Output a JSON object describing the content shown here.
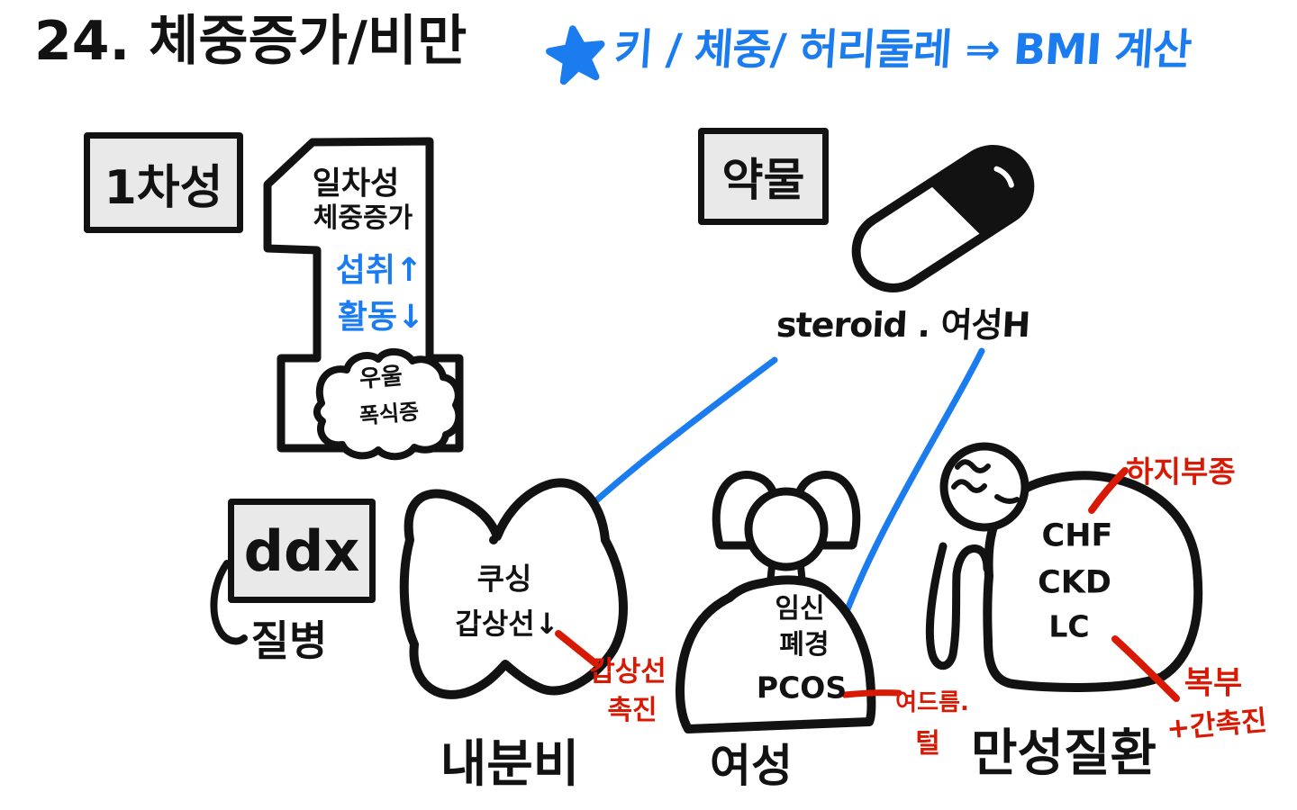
{
  "title": "24. 체중증가/비만",
  "header": {
    "star_icon": "five-point-star",
    "note": "키 / 체중/ 허리둘레 ⇒ BMI 계산"
  },
  "primary": {
    "box_label": "1차성",
    "numeral_icon": "big-number-1",
    "lines_black": [
      "일차성",
      "체중증가"
    ],
    "lines_blue": [
      "섭취↑",
      "활동↓"
    ],
    "cloud_icon": "brain-cloud",
    "cloud_lines": [
      "우울",
      "폭식증"
    ]
  },
  "drugs": {
    "box_label": "약물",
    "pill_icon": "capsule-pill",
    "caption": "steroid . 여성H"
  },
  "ddx": {
    "box_label": "ddx",
    "caption": "질병"
  },
  "endocrine": {
    "organ_icon": "thyroid-gland",
    "inside": [
      "쿠싱",
      "갑상선↓"
    ],
    "red_note": [
      "갑상선",
      "촉진"
    ],
    "label": "내분비"
  },
  "female": {
    "figure_icon": "woman-figure",
    "inside": [
      "임신",
      "폐경",
      "PCOS"
    ],
    "red_note": [
      "여드름.",
      "털"
    ],
    "label": "여성"
  },
  "chronic": {
    "figure_icon": "person-with-large-belly",
    "inside": [
      "CHF",
      "CKD",
      "LC"
    ],
    "red_top": "하지부종",
    "red_bottom": [
      "복부",
      "+간촉진"
    ],
    "label": "만성질환"
  },
  "colors": {
    "blue": "#1b7cf0",
    "red": "#d81a04",
    "ink": "#121212",
    "box_fill": "#e9e9e9"
  }
}
